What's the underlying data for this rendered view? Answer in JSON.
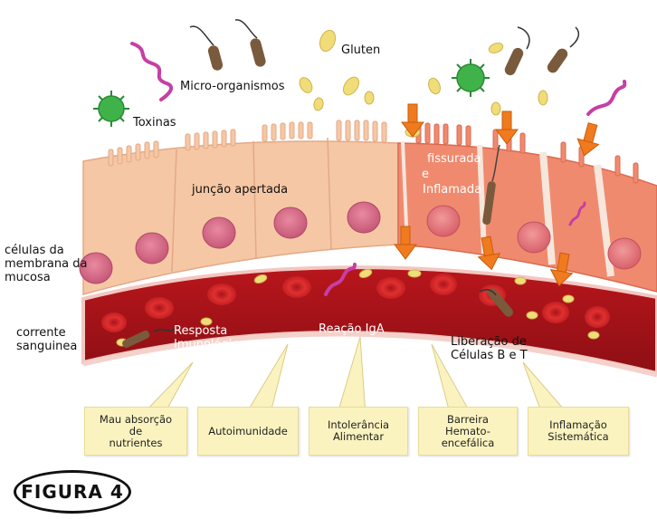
{
  "labels": {
    "microorganisms": "Micro-organismos",
    "toxins": "Toxinas",
    "gluten": "Gluten",
    "tight_junction": "junção apertada",
    "fissured": "fissurada",
    "and": "e",
    "inflamed": "Inflamada",
    "mucosa_cells": "células da\nmembrana da\nmucosa",
    "bloodstream": "corrente\nsanguinea",
    "igg_response": "Resposta\nImunológica\nIgG",
    "iga_reaction": "Reação IgA",
    "bt_release": "Liberação de\nCélulas B e T"
  },
  "boxes": [
    {
      "text": "Mau absorção\nde\nnutrientes"
    },
    {
      "text": "Autoimunidade"
    },
    {
      "text": "Intolerância\nAlimentar"
    },
    {
      "text": "Barreira\nHemato-\nencefálica"
    },
    {
      "text": "Inflamação\nSistemática"
    }
  ],
  "figure_label": "FIGURA 4",
  "colors": {
    "cell_fill": "#f6c7a4",
    "cell_inflamed": "#f08a6e",
    "nucleus": "#d9708a",
    "blood": "#a5141a",
    "rbc": "#e0302f",
    "arrow": "#f07a1e",
    "virus": "#3fb34a",
    "toxin": "#c63fa5",
    "bacteria": "#7a5a3c",
    "gluten": "#f0dc78",
    "callout": "#fbf3bf"
  }
}
